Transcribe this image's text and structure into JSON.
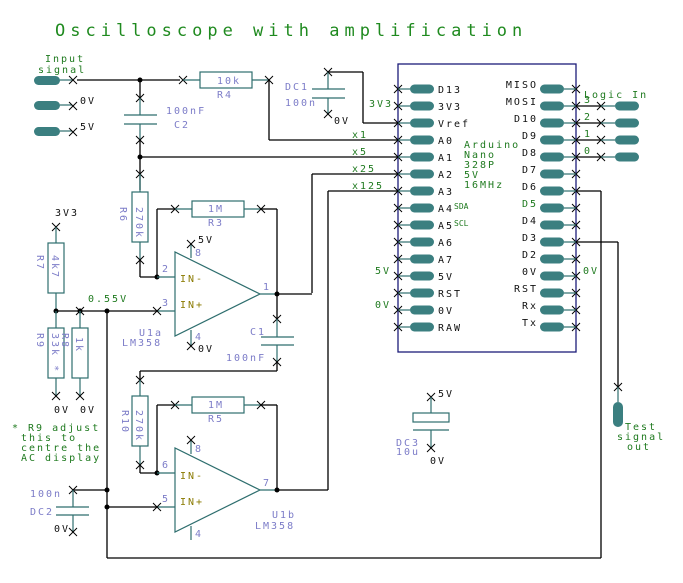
{
  "title": "Oscilloscope with amplification",
  "colors": {
    "net_labels": "#1f7a1f",
    "component_labels": "#7c7cc8",
    "wires": "#000000",
    "component_bodies": "#2e6e6e",
    "pads": "#3b7f80",
    "mcu_outline": "#1c1c7a",
    "opamp_pins": "#8a7a00"
  },
  "connectors": {
    "input": {
      "label_line1": "Input",
      "label_line2": "signal",
      "pins": [
        "0V",
        "5V"
      ]
    },
    "logic_in": {
      "label": "Logic In",
      "channels": [
        "3",
        "2",
        "1",
        "0"
      ]
    },
    "test_out": {
      "line1": "Test",
      "line2": "signal",
      "line3": "out"
    }
  },
  "components": {
    "R4": {
      "ref": "R4",
      "value": "10k"
    },
    "C2": {
      "ref": "C2",
      "value": "100nF"
    },
    "DC1": {
      "ref": "DC1",
      "value": "100n",
      "gnd": "0V"
    },
    "R6": {
      "ref": "R6",
      "value": "270k"
    },
    "R3": {
      "ref": "R3",
      "value": "1M"
    },
    "R7": {
      "ref": "R7",
      "value": "4k7",
      "supply": "3V3"
    },
    "R9": {
      "ref": "R9",
      "value": "33k *",
      "gnd": "0V"
    },
    "R8": {
      "ref": "R8",
      "value": "1k",
      "gnd": "0V"
    },
    "U1a": {
      "ref": "U1a",
      "part": "LM358",
      "pin_inv": "2",
      "pin_noninv": "3",
      "pin_out": "1",
      "pin_vcc": "8",
      "pin_gnd": "4",
      "vcc": "5V",
      "gnd": "0V",
      "in_minus": "IN-",
      "in_plus": "IN+"
    },
    "C1": {
      "ref": "C1",
      "value": "100nF"
    },
    "R10": {
      "ref": "R10",
      "value": "270k"
    },
    "R5": {
      "ref": "R5",
      "value": "1M"
    },
    "U1b": {
      "ref": "U1b",
      "part": "LM358",
      "pin_inv": "6",
      "pin_noninv": "5",
      "pin_out": "7",
      "pin_vcc": "8",
      "pin_gnd": "4",
      "in_minus": "IN-",
      "in_plus": "IN+"
    },
    "DC2": {
      "ref": "DC2",
      "value": "100n",
      "gnd": "0V"
    },
    "DC3": {
      "ref": "DC3",
      "value": "10u",
      "vcc": "5V",
      "gnd": "0V"
    }
  },
  "nets": {
    "bias": "0.55V",
    "x1": "x1",
    "x5": "x5",
    "x25": "x25",
    "x125": "x125",
    "3v3": "3V3",
    "5v": "5V",
    "gnd_left": "0V",
    "gnd_right": "0V"
  },
  "note": {
    "line1": "* R9 adjust",
    "line2": "this to",
    "line3": "centre the",
    "line4": "AC display"
  },
  "arduino": {
    "name_line1": "Arduino",
    "name_line2": "Nano",
    "name_line3": "328P",
    "name_line4": "5V",
    "name_line5": "16MHz",
    "left_pins": [
      "D13",
      "3V3",
      "Vref",
      "A0",
      "A1",
      "A2",
      "A3",
      "A4",
      "A5",
      "A6",
      "A7",
      "5V",
      "RST",
      "0V",
      "RAW"
    ],
    "right_pins": [
      "MISO",
      "MOSI",
      "D10",
      "D9",
      "D8",
      "D7",
      "D6",
      "D5",
      "D4",
      "D3",
      "D2",
      "0V",
      "RST",
      "Rx",
      "Tx"
    ],
    "sda": "SDA",
    "scl": "SCL"
  }
}
